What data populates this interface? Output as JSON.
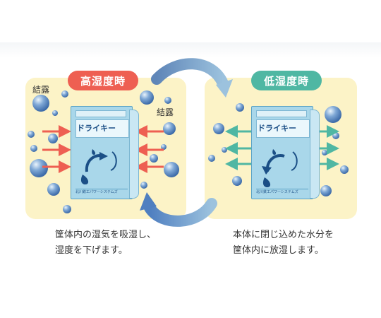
{
  "left": {
    "badge": "高湿度時",
    "condensation_label_1": "結露",
    "condensation_label_2": "結露",
    "caption_line1": "筐体内の湿気を吸湿し、",
    "caption_line2": "湿度を下げます。"
  },
  "right": {
    "badge": "低湿度時",
    "caption_line1": "本体に閉じ込めた水分を",
    "caption_line2": "筐体内に放湿します。"
  },
  "product": {
    "name": "ドライキー",
    "maker": "北川鉄工パワーシステムズ"
  },
  "colors": {
    "high": "#ee5f52",
    "low": "#4fb7a3",
    "panel": "#fcf3c7",
    "cycle_arrow": "#7aa7cf"
  }
}
